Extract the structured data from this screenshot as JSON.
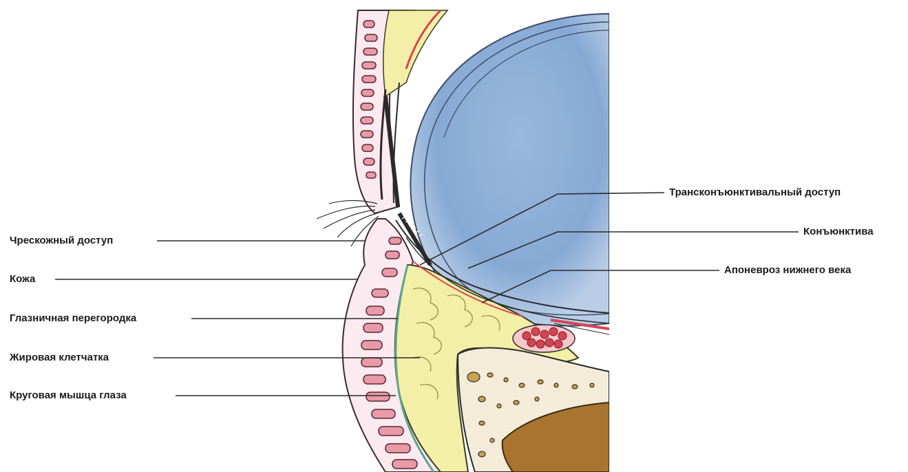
{
  "labels": {
    "left": [
      "Чрескожный доступ",
      "Кожа",
      "Глазничная перегородка",
      "Жировая клетчатка",
      "Круговая мышца глаза"
    ],
    "right": [
      "Трансконъюнктивальный доступ",
      "Конъюнктива",
      "Апоневроз нижнего века"
    ]
  },
  "colors": {
    "eyeball": "#8fb0d8",
    "fat": "#f3efa6",
    "muscle": "#e89aa8",
    "septum": "#a9d3c4",
    "bone": "#f4ecd9",
    "bone_dark": "#a8742f",
    "vessel": "#d64452",
    "line": "#2a2a2a"
  }
}
